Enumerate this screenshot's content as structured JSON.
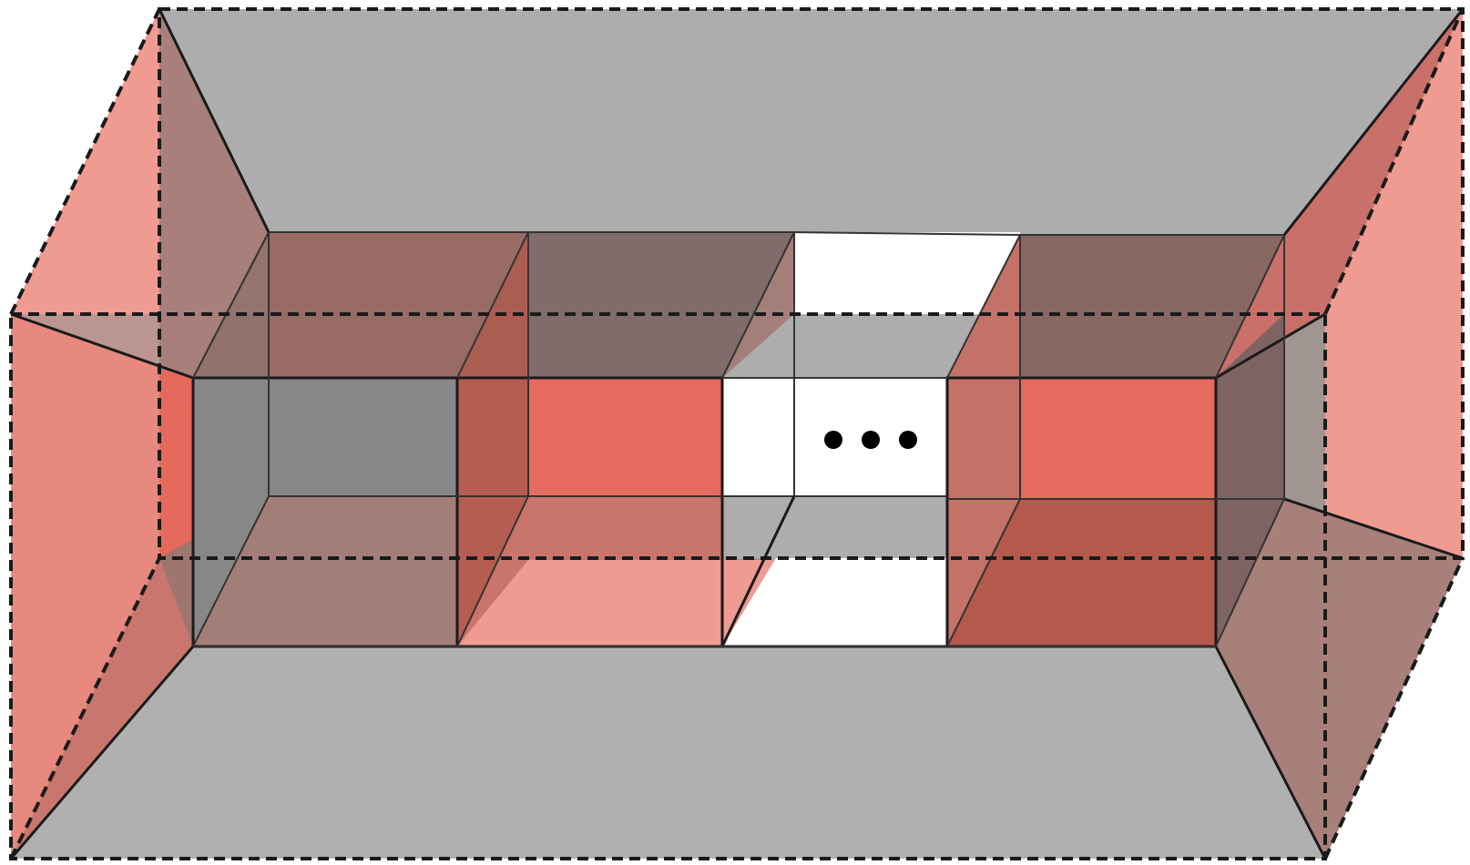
{
  "diagram": {
    "ellipsis": "•••",
    "colors": {
      "gray": "#a9a9a9",
      "red": "#e8705f",
      "light_red": "#ee9c93",
      "white": "#ffffff",
      "edge": "#1a1a1a"
    },
    "cells": [
      "cell-1",
      "cell-2",
      "cell-ellipsis-gap",
      "cell-last"
    ]
  }
}
